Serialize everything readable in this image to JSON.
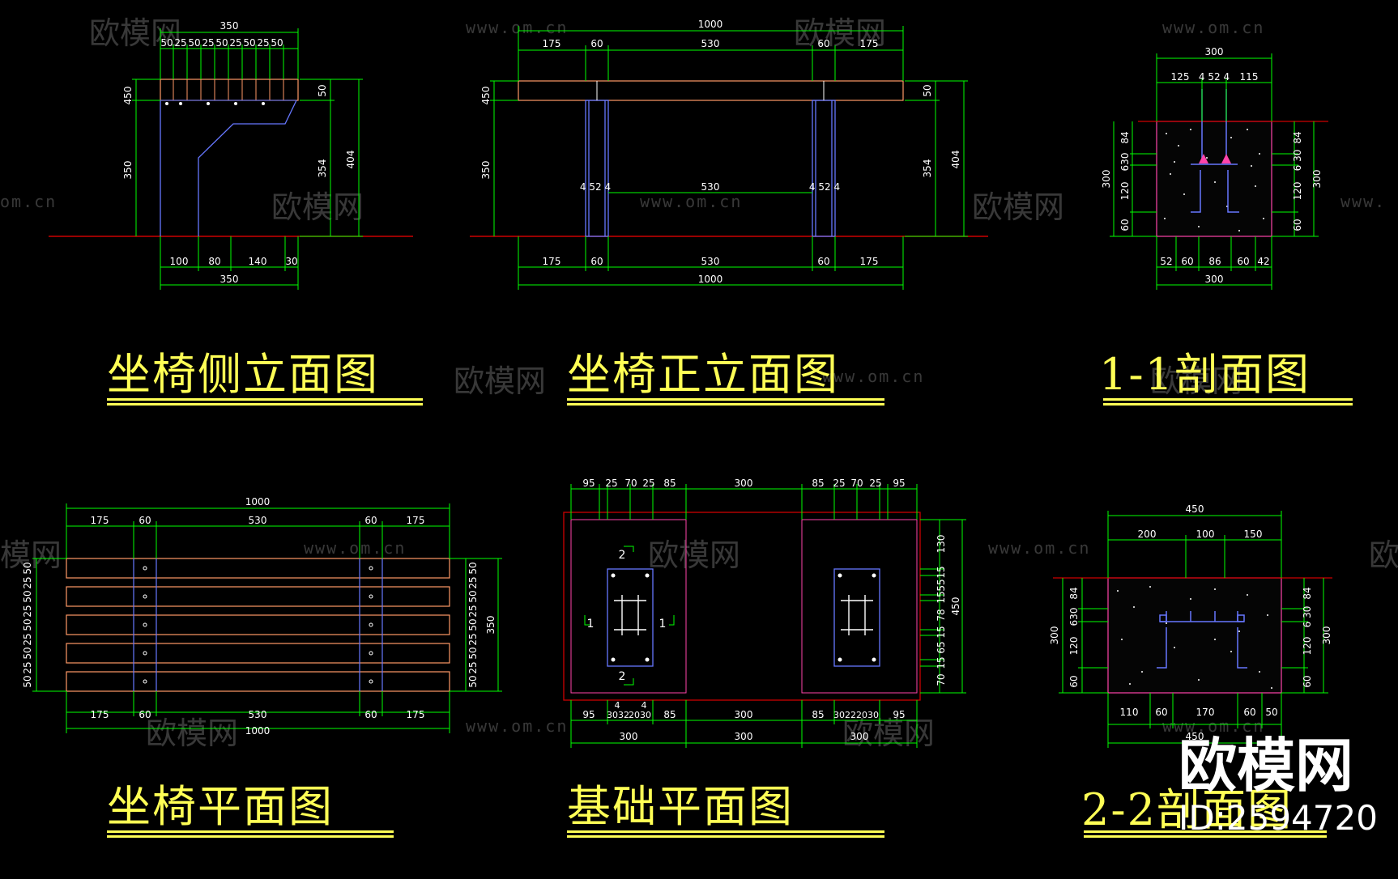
{
  "titles": {
    "side_elevation": "坐椅侧立面图",
    "front_elevation": "坐椅正立面图",
    "section_1_1": "1-1剖面图",
    "plan": "坐椅平面图",
    "foundation_plan": "基础平面图",
    "section_2_2": "2-2剖面图"
  },
  "watermark": {
    "logo_text": "欧模网",
    "url": "www.om.cn",
    "url_fragment": "om.cn",
    "partial_logo": "模网",
    "partial_logo_2": "欧",
    "url_edge": "www."
  },
  "brand": {
    "name": "欧模网",
    "id": "ID:2594720"
  },
  "dims": {
    "side": {
      "top_total": "350",
      "top_row": [
        "50",
        "25",
        "50",
        "25",
        "50",
        "25",
        "50",
        "25",
        "50"
      ],
      "left_450": "450",
      "left_350": "350",
      "right_50": "50",
      "right_354": "354",
      "right_404": "404",
      "bottom_row": [
        "100",
        "80",
        "140",
        "30"
      ],
      "bottom_total": "350"
    },
    "front": {
      "top_total": "1000",
      "top_row": [
        "175",
        "60",
        "530",
        "60",
        "175"
      ],
      "left_450": "450",
      "left_350": "350",
      "mid_left": "4 52 4",
      "mid_530": "530",
      "mid_right": "4 52 4",
      "right_50": "50",
      "right_354": "354",
      "right_404": "404",
      "bottom_row": [
        "175",
        "60",
        "530",
        "60",
        "175"
      ],
      "bottom_total": "1000"
    },
    "sec11": {
      "top_total": "300",
      "top_row": [
        "125",
        "4 52 4",
        "115"
      ],
      "left_300": "300",
      "left_row": [
        "84",
        "630",
        "120",
        "60"
      ],
      "right_row": [
        "84",
        "6 30",
        "120",
        "60"
      ],
      "right_300": "300",
      "bottom_row": [
        "52",
        "60",
        "86",
        "60",
        "42"
      ],
      "bottom_total": "300"
    },
    "plan": {
      "top_total": "1000",
      "top_row": [
        "175",
        "60",
        "530",
        "60",
        "175"
      ],
      "left_col": [
        "50",
        "25",
        "50",
        "25",
        "50",
        "25",
        "50",
        "25",
        "50"
      ],
      "right_col": [
        "50",
        "25",
        "50",
        "25",
        "50",
        "25",
        "50",
        "25",
        "50"
      ],
      "right_total": "350",
      "bottom_row": [
        "175",
        "60",
        "530",
        "60",
        "175"
      ],
      "bottom_total": "1000"
    },
    "found": {
      "top_row": [
        "95",
        "25",
        "70",
        "25",
        "85",
        "300",
        "85",
        "25",
        "70",
        "25",
        "95"
      ],
      "right_col": [
        "130",
        "15",
        "55",
        "15",
        "78",
        "15",
        "65",
        "15",
        "70"
      ],
      "right_total": "450",
      "bottom_row": [
        "95",
        "30",
        "32",
        "20",
        "30",
        "85",
        "300",
        "85",
        "30",
        "22",
        "20",
        "30",
        "95"
      ],
      "small_4a": "4",
      "small_4b": "4",
      "bottom_totals": [
        "300",
        "300",
        "300"
      ],
      "sec_marks": [
        "2",
        "1",
        "1",
        "2"
      ]
    },
    "sec22": {
      "top_total": "450",
      "top_row": [
        "200",
        "100",
        "150"
      ],
      "left_300": "300",
      "left_row": [
        "84",
        "630",
        "120",
        "60"
      ],
      "right_row": [
        "84",
        "6 30",
        "120",
        "60"
      ],
      "right_300": "300",
      "bottom_row": [
        "110",
        "60",
        "170",
        "60",
        "50"
      ],
      "bottom_total": "450"
    }
  },
  "colors": {
    "background": "#000000",
    "dimension": "#00ff00",
    "title": "#ffff55",
    "ground": "#cc0000",
    "plank": "#ff9966",
    "leg": "#6677ff",
    "white": "#ffffff",
    "concrete_border": "#ff44aa"
  }
}
